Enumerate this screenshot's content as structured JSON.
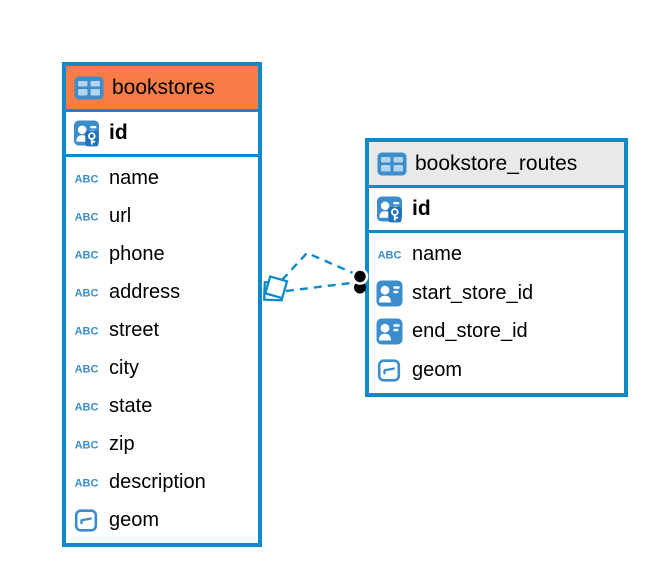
{
  "diagram_type": "entity-relationship",
  "colors": {
    "table_border": "#0E8ACB",
    "bookstores_header_bg": "#F87C45",
    "routes_header_bg": "#E9E9EA",
    "icon_blue": "#3B8ECB",
    "key_badge_blue": "#1F72BB",
    "relationship_line": "#0E8ACB",
    "relationship_endpoint_dot": "#000000",
    "text": "#000000"
  },
  "tables": [
    {
      "name": "bookstores",
      "icon": "table-icon",
      "primary_key": {
        "name": "id",
        "icon": "person-key-icon"
      },
      "fields": [
        {
          "name": "name",
          "icon": "text-abc-icon"
        },
        {
          "name": "url",
          "icon": "text-abc-icon"
        },
        {
          "name": "phone",
          "icon": "text-abc-icon"
        },
        {
          "name": "address",
          "icon": "text-abc-icon"
        },
        {
          "name": "street",
          "icon": "text-abc-icon"
        },
        {
          "name": "city",
          "icon": "text-abc-icon"
        },
        {
          "name": "state",
          "icon": "text-abc-icon"
        },
        {
          "name": "zip",
          "icon": "text-abc-icon"
        },
        {
          "name": "description",
          "icon": "text-abc-icon"
        },
        {
          "name": "geom",
          "icon": "geometry-icon"
        }
      ]
    },
    {
      "name": "bookstore_routes",
      "icon": "table-icon",
      "primary_key": {
        "name": "id",
        "icon": "person-key-icon"
      },
      "fields": [
        {
          "name": "name",
          "icon": "text-abc-icon"
        },
        {
          "name": "start_store_id",
          "icon": "person-reference-icon"
        },
        {
          "name": "end_store_id",
          "icon": "person-reference-icon"
        },
        {
          "name": "geom",
          "icon": "geometry-icon"
        }
      ]
    }
  ],
  "relationships": [
    {
      "from_table": "bookstores",
      "to_table": "bookstore_routes",
      "line_style": "dashed",
      "source_marker": "diamond",
      "end_marker": "dot"
    },
    {
      "from_table": "bookstores",
      "to_table": "bookstore_routes",
      "line_style": "dashed",
      "source_marker": "diamond",
      "end_marker": "dot"
    }
  ]
}
